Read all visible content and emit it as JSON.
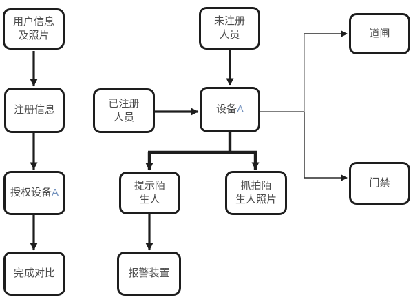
{
  "diagram": {
    "colors": {
      "node_border": "#1d1d1d",
      "node_fill": "#ffffff",
      "text": "#4d4d4d",
      "accent_a": "#7291bd",
      "thin_connector_gray": "#909090",
      "thin_connector_dark": "#2a2a2a"
    },
    "nodes": [
      {
        "id": "user-info",
        "lines": [
          "用户信息",
          "及照片"
        ]
      },
      {
        "id": "register-info",
        "lines": [
          "注册信息"
        ]
      },
      {
        "id": "authorize-device",
        "lines": [
          "授权设备"
        ],
        "accent": "A"
      },
      {
        "id": "complete-compare",
        "lines": [
          "完成对比"
        ]
      },
      {
        "id": "unregistered",
        "lines": [
          "未注册",
          "人员"
        ]
      },
      {
        "id": "registered",
        "lines": [
          "已注册",
          "人员"
        ]
      },
      {
        "id": "device-a",
        "lines": [
          "设备"
        ],
        "accent": "A"
      },
      {
        "id": "prompt-stranger",
        "lines": [
          "提示陌",
          "生人"
        ]
      },
      {
        "id": "capture-stranger",
        "lines": [
          "抓拍陌",
          "生人照片"
        ]
      },
      {
        "id": "alarm-device",
        "lines": [
          "报警装置"
        ]
      },
      {
        "id": "barrier-gate",
        "lines": [
          "道闸"
        ]
      },
      {
        "id": "access-control",
        "lines": [
          "门禁"
        ]
      }
    ],
    "edges": [
      {
        "from": "user-info",
        "to": "register-info"
      },
      {
        "from": "register-info",
        "to": "authorize-device"
      },
      {
        "from": "authorize-device",
        "to": "complete-compare"
      },
      {
        "from": "unregistered",
        "to": "device-a"
      },
      {
        "from": "registered",
        "to": "device-a"
      },
      {
        "from": "device-a",
        "to": "prompt-stranger"
      },
      {
        "from": "device-a",
        "to": "capture-stranger"
      },
      {
        "from": "prompt-stranger",
        "to": "alarm-device"
      },
      {
        "from": "device-a",
        "to": "barrier-gate"
      },
      {
        "from": "device-a",
        "to": "access-control"
      }
    ]
  }
}
